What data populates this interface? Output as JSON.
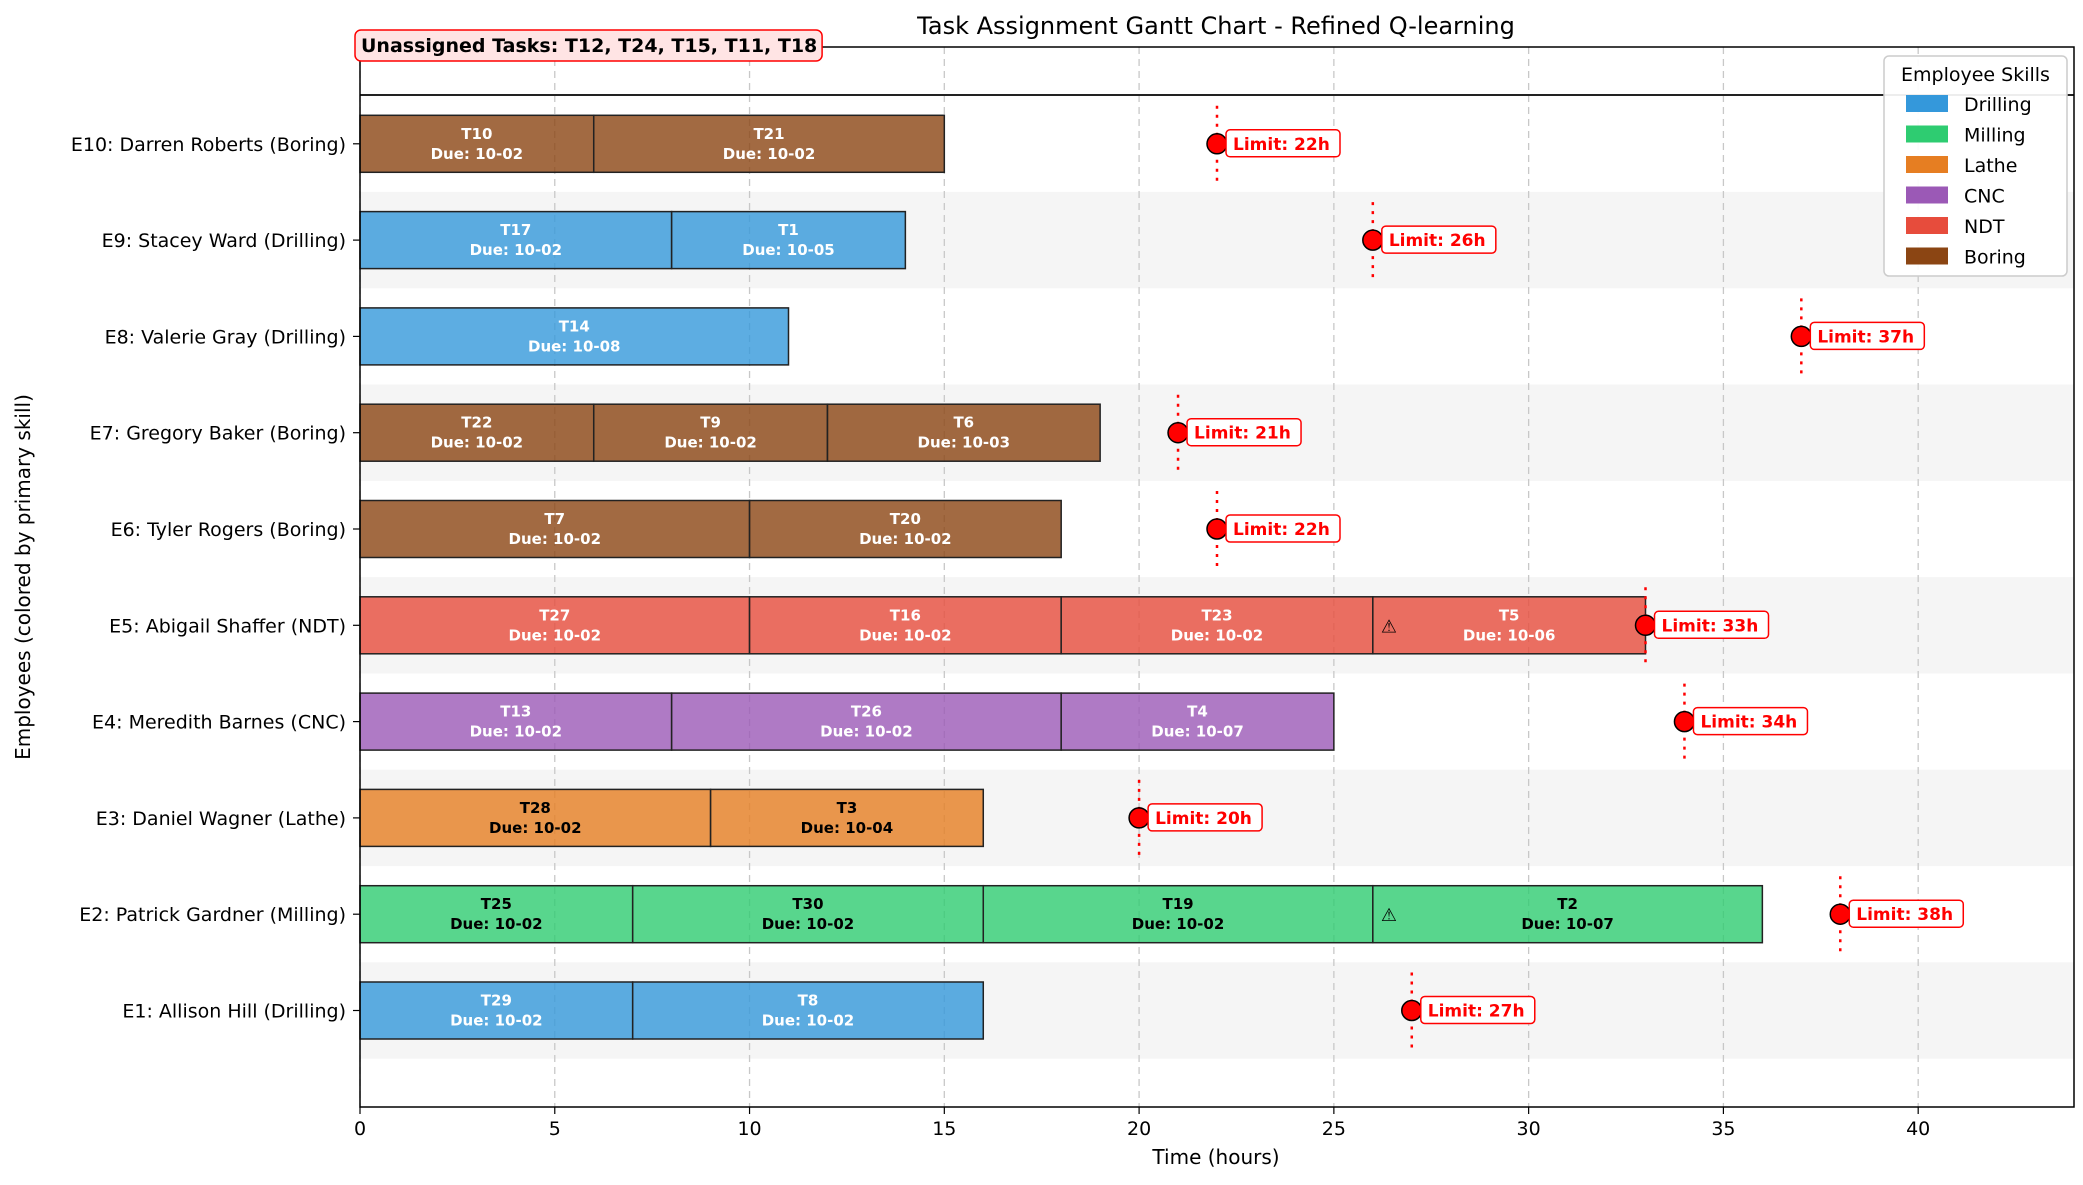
{
  "chart_data": {
    "type": "gantt",
    "title": "Task Assignment Gantt Chart - Refined Q-learning",
    "xlabel": "Time (hours)",
    "ylabel": "Employees (colored by primary skill)",
    "xlim": [
      0,
      44
    ],
    "xticks": [
      0,
      5,
      10,
      15,
      20,
      25,
      30,
      35,
      40
    ],
    "grid": "vertical dashed",
    "unassigned_label": "Unassigned Tasks: T12, T24, T15, T11, T18",
    "skill_colors": {
      "Drilling": "#3498db",
      "Milling": "#2ecc71",
      "Lathe": "#e67e22",
      "CNC": "#9b59b6",
      "NDT": "#e74c3c",
      "Boring": "#8b4513"
    },
    "legend": {
      "title": "Employee Skills",
      "placement": "top-right",
      "entries": [
        "Drilling",
        "Milling",
        "Lathe",
        "CNC",
        "NDT",
        "Boring"
      ]
    },
    "warning_glyph": "⚠",
    "employees": [
      {
        "label": "E10: Darren Roberts (Boring)",
        "skill": "Boring",
        "limit": 22,
        "limit_label": "Limit: 22h",
        "tasks": [
          {
            "id": "T10",
            "start": 0,
            "end": 6,
            "due": "Due: 10-02"
          },
          {
            "id": "T21",
            "start": 6,
            "end": 15,
            "due": "Due: 10-02"
          }
        ]
      },
      {
        "label": "E9: Stacey Ward (Drilling)",
        "skill": "Drilling",
        "limit": 26,
        "limit_label": "Limit: 26h",
        "tasks": [
          {
            "id": "T17",
            "start": 0,
            "end": 8,
            "due": "Due: 10-02"
          },
          {
            "id": "T1",
            "start": 8,
            "end": 14,
            "due": "Due: 10-05"
          }
        ]
      },
      {
        "label": "E8: Valerie Gray (Drilling)",
        "skill": "Drilling",
        "limit": 37,
        "limit_label": "Limit: 37h",
        "tasks": [
          {
            "id": "T14",
            "start": 0,
            "end": 11,
            "due": "Due: 10-08"
          }
        ]
      },
      {
        "label": "E7: Gregory Baker (Boring)",
        "skill": "Boring",
        "limit": 21,
        "limit_label": "Limit: 21h",
        "tasks": [
          {
            "id": "T22",
            "start": 0,
            "end": 6,
            "due": "Due: 10-02"
          },
          {
            "id": "T9",
            "start": 6,
            "end": 12,
            "due": "Due: 10-02"
          },
          {
            "id": "T6",
            "start": 12,
            "end": 19,
            "due": "Due: 10-03"
          }
        ]
      },
      {
        "label": "E6: Tyler Rogers (Boring)",
        "skill": "Boring",
        "limit": 22,
        "limit_label": "Limit: 22h",
        "tasks": [
          {
            "id": "T7",
            "start": 0,
            "end": 10,
            "due": "Due: 10-02"
          },
          {
            "id": "T20",
            "start": 10,
            "end": 18,
            "due": "Due: 10-02"
          }
        ]
      },
      {
        "label": "E5: Abigail Shaffer (NDT)",
        "skill": "NDT",
        "limit": 33,
        "limit_label": "Limit: 33h",
        "tasks": [
          {
            "id": "T27",
            "start": 0,
            "end": 10,
            "due": "Due: 10-02"
          },
          {
            "id": "T16",
            "start": 10,
            "end": 18,
            "due": "Due: 10-02"
          },
          {
            "id": "T23",
            "start": 18,
            "end": 26,
            "due": "Due: 10-02"
          },
          {
            "id": "T5",
            "start": 26,
            "end": 33,
            "due": "Due: 10-06",
            "warning": true
          }
        ]
      },
      {
        "label": "E4: Meredith Barnes (CNC)",
        "skill": "CNC",
        "limit": 34,
        "limit_label": "Limit: 34h",
        "tasks": [
          {
            "id": "T13",
            "start": 0,
            "end": 8,
            "due": "Due: 10-02"
          },
          {
            "id": "T26",
            "start": 8,
            "end": 18,
            "due": "Due: 10-02"
          },
          {
            "id": "T4",
            "start": 18,
            "end": 25,
            "due": "Due: 10-07"
          }
        ]
      },
      {
        "label": "E3: Daniel Wagner (Lathe)",
        "skill": "Lathe",
        "limit": 20,
        "limit_label": "Limit: 20h",
        "tasks": [
          {
            "id": "T28",
            "start": 0,
            "end": 9,
            "due": "Due: 10-02"
          },
          {
            "id": "T3",
            "start": 9,
            "end": 16,
            "due": "Due: 10-04"
          }
        ]
      },
      {
        "label": "E2: Patrick Gardner (Milling)",
        "skill": "Milling",
        "limit": 38,
        "limit_label": "Limit: 38h",
        "tasks": [
          {
            "id": "T25",
            "start": 0,
            "end": 7,
            "due": "Due: 10-02"
          },
          {
            "id": "T30",
            "start": 7,
            "end": 16,
            "due": "Due: 10-02"
          },
          {
            "id": "T19",
            "start": 16,
            "end": 26,
            "due": "Due: 10-02"
          },
          {
            "id": "T2",
            "start": 26,
            "end": 36,
            "due": "Due: 10-07",
            "warning": true
          }
        ]
      },
      {
        "label": "E1: Allison Hill (Drilling)",
        "skill": "Drilling",
        "limit": 27,
        "limit_label": "Limit: 27h",
        "tasks": [
          {
            "id": "T29",
            "start": 0,
            "end": 7,
            "due": "Due: 10-02"
          },
          {
            "id": "T8",
            "start": 7,
            "end": 16,
            "due": "Due: 10-02"
          }
        ]
      }
    ]
  }
}
